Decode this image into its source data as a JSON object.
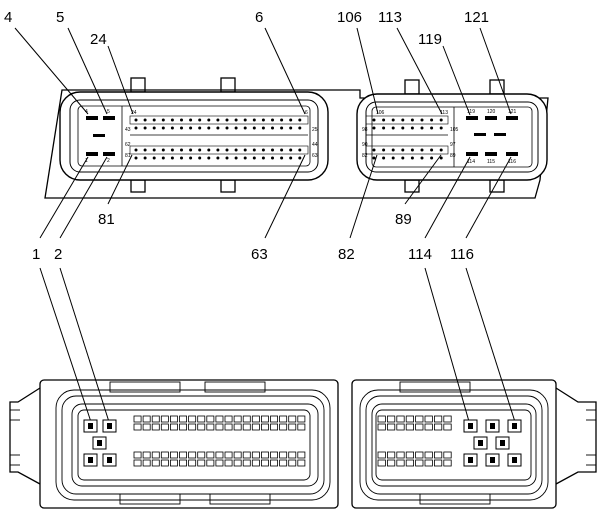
{
  "top_view": {
    "callouts": {
      "p4": "4",
      "p5": "5",
      "p24": "24",
      "p6": "6",
      "p106": "106",
      "p113": "113",
      "p121": "121",
      "p119": "119",
      "p81": "81",
      "p63": "63",
      "p82": "82",
      "p89": "89",
      "p1": "1",
      "p2": "2",
      "p114": "114",
      "p116": "116"
    },
    "small_labels": {
      "s4": "4",
      "s5": "5",
      "s1": "1",
      "s2": "2",
      "s24": "24",
      "s43": "43",
      "s62": "62",
      "s81": "81",
      "s6": "6",
      "s25": "25",
      "s44": "44",
      "s63": "63",
      "s106": "106",
      "s98": "98",
      "s90": "90",
      "s82": "82",
      "s113": "113",
      "s105": "105",
      "s97": "97",
      "s89": "89",
      "s119": "119",
      "s120": "120",
      "s121": "121",
      "s114": "114",
      "s115": "115",
      "s116": "116"
    }
  }
}
